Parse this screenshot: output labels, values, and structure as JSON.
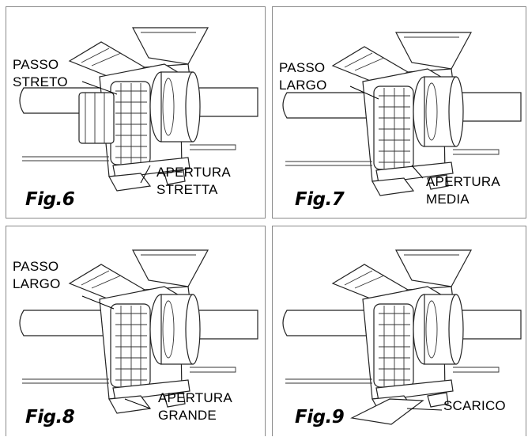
{
  "figures": [
    {
      "fig_label": "Fig.6",
      "top_label": "PASSO\nSTRETO",
      "bottom_label": "APERTURA\nSTRETTA"
    },
    {
      "fig_label": "Fig.7",
      "top_label": "PASSO\nLARGO",
      "bottom_label": "APERTURA\nMEDIA"
    },
    {
      "fig_label": "Fig.8",
      "top_label": "PASSO\nLARGO",
      "bottom_label": "APERTURA\nGRANDE"
    },
    {
      "fig_label": "Fig.9",
      "top_label": "",
      "bottom_label": "SCARICO"
    }
  ]
}
